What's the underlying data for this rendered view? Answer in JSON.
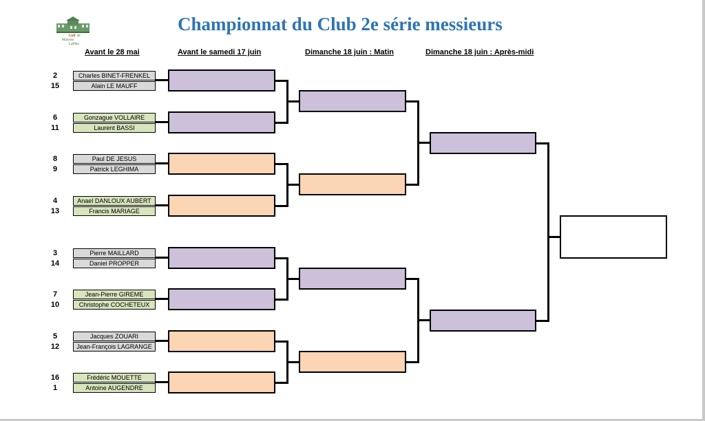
{
  "title": "Championnat du Club 2e série messieurs",
  "logo": {
    "line1": "Golf",
    "line2": "de",
    "line3": "Maisons",
    "line4": "Laffitte"
  },
  "rounds": [
    "Avant le 28 mai",
    "Avant le samedi 17 juin",
    "Dimanche 18 juin : Matin",
    "Dimanche 18 juin : Après-midi"
  ],
  "entries": [
    {
      "seed": "2",
      "name": "Charles BINET-FRENKEL"
    },
    {
      "seed": "15",
      "name": "Alain LE MAUFF"
    },
    {
      "seed": "6",
      "name": "Gonzague VOLLAIRE"
    },
    {
      "seed": "11",
      "name": "Laurent BASSI"
    },
    {
      "seed": "8",
      "name": "Paul DE JESUS"
    },
    {
      "seed": "9",
      "name": "Patrick LEGHIMA"
    },
    {
      "seed": "4",
      "name": "Anael DANLOUX AUBERT"
    },
    {
      "seed": "13",
      "name": "Francis MARIAGE"
    },
    {
      "seed": "3",
      "name": "Pierre MAILLARD"
    },
    {
      "seed": "14",
      "name": "Daniel PROPPER"
    },
    {
      "seed": "7",
      "name": "Jean-Pierre GIREME"
    },
    {
      "seed": "10",
      "name": "Christophe COCHETEUX"
    },
    {
      "seed": "5",
      "name": "Jacques ZOUARI"
    },
    {
      "seed": "12",
      "name": "Jean-François LAGRANGE"
    },
    {
      "seed": "16",
      "name": "Frédéric MOUETTE"
    },
    {
      "seed": "1",
      "name": "Antoine AUGENDRE"
    }
  ],
  "colors": {
    "title": "#2e74b5",
    "entry_gray": "#d9d9d9",
    "entry_green": "#d7e4bc",
    "box_purple": "#ccc0da",
    "box_peach": "#fcd5b4"
  }
}
